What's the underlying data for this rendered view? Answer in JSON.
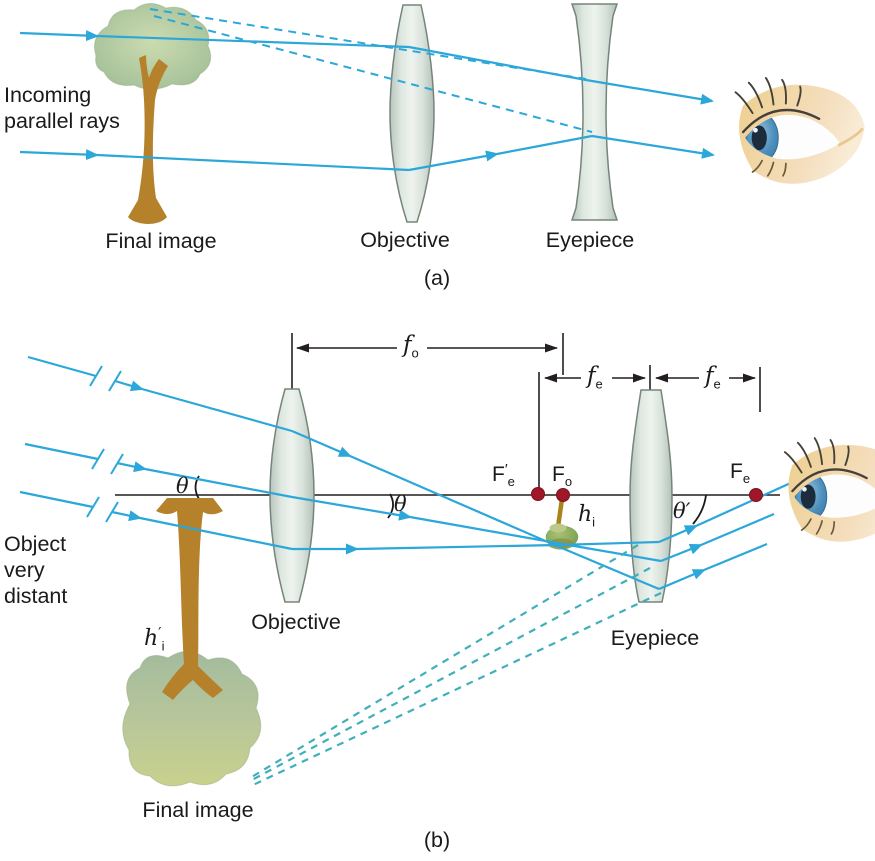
{
  "figure": {
    "panel_a": {
      "tag": "(a)",
      "incoming_label": {
        "line1": "Incoming",
        "line2": "parallel rays"
      },
      "final_image": "Final image",
      "objective": "Objective",
      "eyepiece": "Eyepiece"
    },
    "panel_b": {
      "tag": "(b)",
      "object_label": {
        "line1": "Object",
        "line2": "very",
        "line3": "distant"
      },
      "objective": "Objective",
      "eyepiece": "Eyepiece",
      "final_image": "Final image"
    },
    "symbols": {
      "f": "f",
      "h": "h",
      "F": "F",
      "prime": "′",
      "sub_o": "o",
      "sub_e": "e",
      "sub_i": "i",
      "theta": "θ",
      "theta_prime": "θ′"
    },
    "colors": {
      "ray": "#2ba7d9",
      "virtual_ray": "#3fb0ba",
      "axis": "#231f20",
      "focal_point": "#a01828",
      "lens_stroke": "#75857b",
      "trunk": "#b5812b",
      "canopy": "#a9c49b",
      "skin": "#f2d79d",
      "iris": "#5e9dc8"
    }
  }
}
